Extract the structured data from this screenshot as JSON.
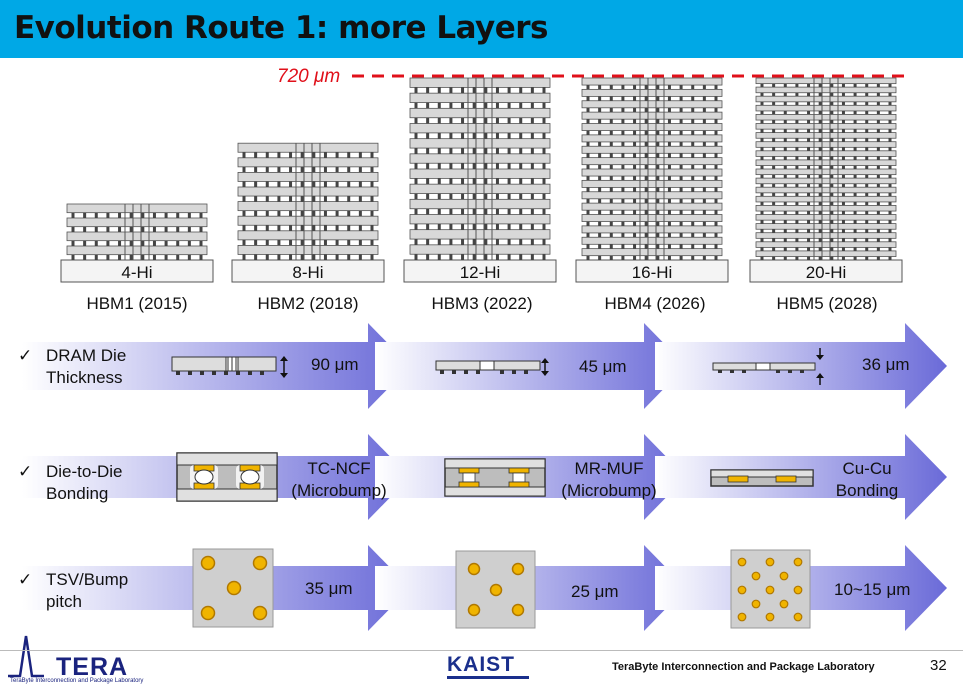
{
  "title": "Evolution Route 1: more Layers",
  "height_marker": "720 μm",
  "stacks": [
    {
      "hi_label": "4-Hi",
      "gen_label": "HBM1 (2015)",
      "layers": 4
    },
    {
      "hi_label": "8-Hi",
      "gen_label": "HBM2 (2018)",
      "layers": 8
    },
    {
      "hi_label": "12-Hi",
      "gen_label": "HBM3 (2022)",
      "layers": 12
    },
    {
      "hi_label": "16-Hi",
      "gen_label": "HBM4 (2026)",
      "layers": 16
    },
    {
      "hi_label": "20-Hi",
      "gen_label": "HBM5 (2028)",
      "layers": 20
    }
  ],
  "rows": [
    {
      "label_line1": "DRAM Die",
      "label_line2": "Thickness",
      "values": [
        "90 μm",
        "45 μm",
        "36 μm"
      ]
    },
    {
      "label_line1": "Die-to-Die",
      "label_line2": "Bonding",
      "values": [
        {
          "line1": "TC-NCF",
          "line2": "(Microbump)"
        },
        {
          "line1": "MR-MUF",
          "line2": "(Microbump)"
        },
        {
          "line1": "Cu-Cu",
          "line2": "Bonding"
        }
      ]
    },
    {
      "label_line1": "TSV/Bump",
      "label_line2": "pitch",
      "values": [
        "35 μm",
        "25 μm",
        "10~15 μm"
      ]
    }
  ],
  "check_mark": "✓",
  "footer": {
    "tera": "TERA",
    "tera_sub": "TeraByte Interconnection and Package Laboratory",
    "kaist": "KAIST",
    "lab_name": "TeraByte Interconnection and Package Laboratory",
    "page_number": "32"
  },
  "colors": {
    "title_bar": "#00a8e6",
    "marker": "#e0101a",
    "arrow": "#6a6ad8"
  }
}
